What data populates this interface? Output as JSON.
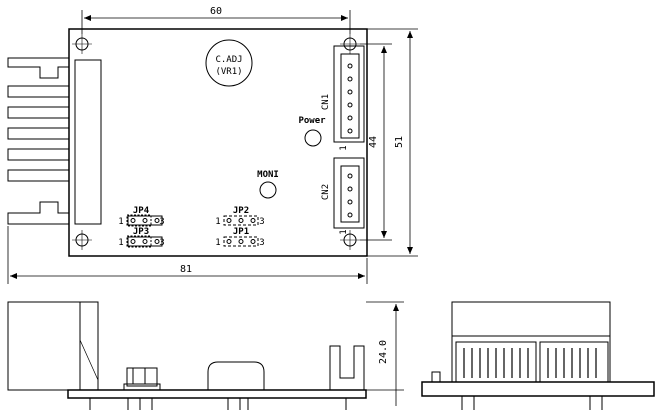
{
  "dimensions": {
    "top_width": "60",
    "overall_width": "81",
    "height_inner": "44",
    "height_outer": "51",
    "side_height": "24.0"
  },
  "labels": {
    "cadj_line1": "C.ADJ",
    "cadj_line2": "(VR1)",
    "power": "Power",
    "moni": "MONI",
    "cn1": "CN1",
    "cn2": "CN2",
    "pin1": "1"
  },
  "jumpers": {
    "jp4": "JP4",
    "jp3": "JP3",
    "jp2": "JP2",
    "jp1": "JP1",
    "pin_left": "1",
    "pin_right": "3"
  }
}
